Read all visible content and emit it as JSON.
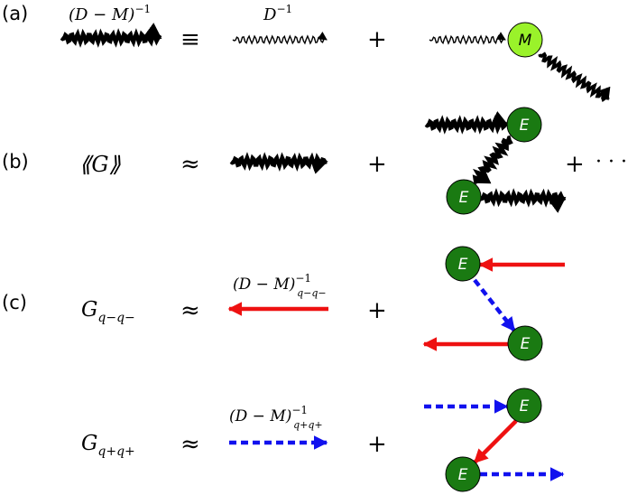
{
  "panels": [
    {
      "label": "(a)",
      "top_expr": "(D − M)",
      "top_exp": "−1",
      "equiv": "≡",
      "mid_expr": "D",
      "mid_exp": "−1",
      "plus": "+"
    },
    {
      "label": "(b)",
      "lhs": "⟪G⟫",
      "approx": "≈",
      "plus": "+",
      "plus2": "+",
      "dots": "· · ·"
    },
    {
      "label": "(c)",
      "lhs_main": "G",
      "lhs_sub": "q−q−",
      "approx": "≈",
      "expr": "(D − M)",
      "expr_sup": "−1",
      "expr_sub": "q−q−",
      "plus": "+"
    },
    {
      "lhs_main": "G",
      "lhs_sub": "q+q+",
      "approx": "≈",
      "expr": "(D − M)",
      "expr_sup": "−1",
      "expr_sub": "q+q+",
      "plus": "+"
    }
  ],
  "nodes": {
    "M": "M",
    "E": "E"
  },
  "colors": {
    "dark_green": "#1a7a12",
    "light_green": "#9af22a",
    "red": "#ee1111",
    "blue": "#1111ee"
  }
}
